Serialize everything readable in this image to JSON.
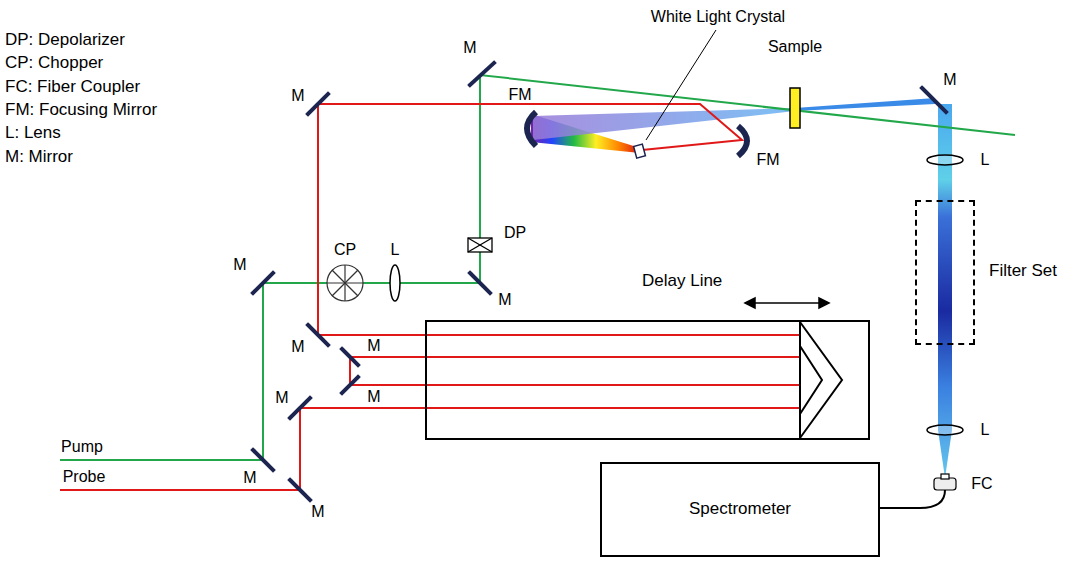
{
  "diagram": {
    "nodes": [
      {
        "text": [
          "Delay Line"
        ]
      },
      {
        "text": [
          "Filter Set"
        ]
      },
      {
        "text": [
          "Spectrometer"
        ]
      }
    ],
    "labels": [
      "DP: Depolarizer",
      "CP: Chopper",
      "FC: Fiber Coupler",
      "FM: Focusing Mirror",
      "L: Lens",
      "M: Mirror",
      "White Light Crystal",
      "Sample",
      "Pump",
      "Probe",
      "M",
      "M",
      "M",
      "M",
      "M",
      "M",
      "M",
      "M",
      "M",
      "M",
      "M",
      "FM",
      "FM",
      "CP",
      "DP",
      "L",
      "L",
      "L",
      "FC"
    ]
  }
}
